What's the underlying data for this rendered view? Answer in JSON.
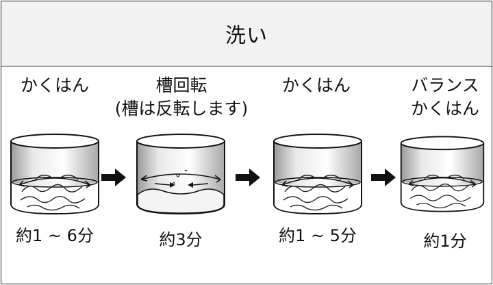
{
  "title": "洗い",
  "steps": [
    {
      "label_lines": [
        "かくはん"
      ],
      "time": "約1 ~ 6分"
    },
    {
      "label_lines": [
        "槽回転",
        "(槽は反転します)"
      ],
      "time": "約3分"
    },
    {
      "label_lines": [
        "かくはん"
      ],
      "time": "約1 ~ 5分"
    },
    {
      "label_lines": [
        "バランス",
        "かくはん"
      ],
      "time": "約1分"
    }
  ],
  "colors": {
    "header_bg": "#f2f2f2",
    "border": "#222222"
  },
  "icons": [
    "drum-agitation-icon",
    "drum-rotation-icon",
    "right-arrow-icon"
  ]
}
